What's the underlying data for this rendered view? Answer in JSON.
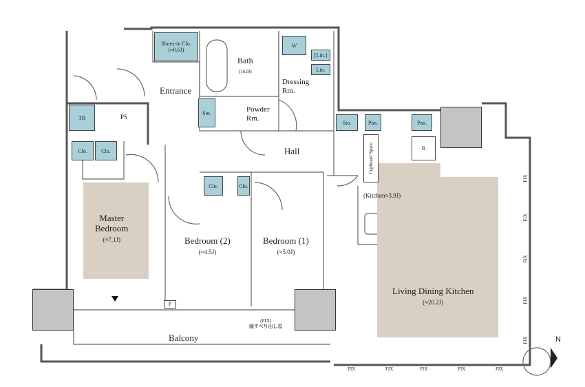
{
  "rooms": {
    "entrance": "Entrance",
    "shoes_in_closet": {
      "name": "Shoes-in Clo.",
      "size": "(≈0.6J)"
    },
    "bath": {
      "name": "Bath",
      "size": "(1620)"
    },
    "dressing": {
      "name": "Dressing",
      "name2": "Rm."
    },
    "powder": {
      "name": "Powder",
      "name2": "Rm."
    },
    "hall": "Hall",
    "master_bedroom": {
      "name": "Master",
      "name2": "Bedroom",
      "size": "(≈7.1J)"
    },
    "bedroom2": {
      "name": "Bedroom (2)",
      "size": "(≈4.5J)"
    },
    "bedroom1": {
      "name": "Bedroom (1)",
      "size": "(≈5.0J)"
    },
    "kitchen": "(Kitchen≈3.9J)",
    "ldk": {
      "name": "Living Dining Kitchen",
      "size": "(≈20.2J)"
    },
    "balcony": "Balcony"
  },
  "fixtures": {
    "tr": "TR",
    "ps": "PS",
    "clo": "Clo.",
    "sto": "Sto.",
    "lin": "Lin.",
    "lin_bracket": "[Lin.]",
    "w": "W",
    "pan": "Pan.",
    "r": "R",
    "p": "P",
    "cupboard": "Cupboard Space"
  },
  "window_note": {
    "fix": "(FIX)",
    "type": "縦すべり出し窓"
  },
  "fix_label": "FIX",
  "compass": "N",
  "colors": {
    "storage": "#a9cfd8",
    "floor": "#d8d0c3",
    "column": "#c4c4c4"
  }
}
